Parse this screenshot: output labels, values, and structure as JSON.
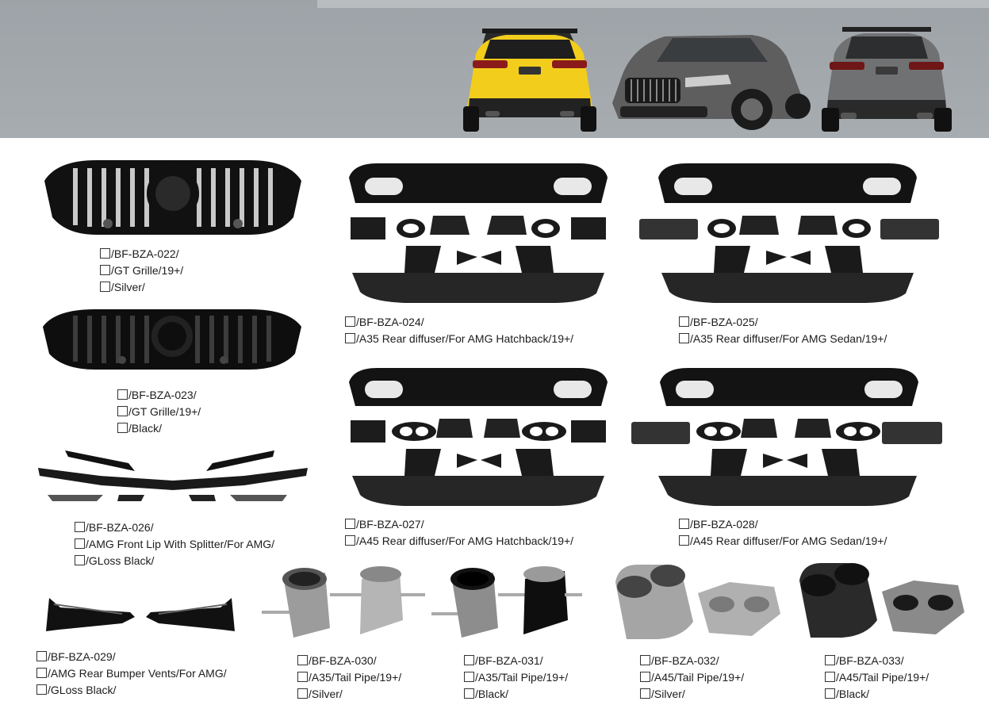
{
  "colors": {
    "banner": "#a3a8ac",
    "part_black": "#141414",
    "part_silver": "#a9aaa9",
    "yellow_car": "#f2cd1c",
    "grey_car": "#5e5e5f"
  },
  "banner": {
    "images": [
      "yellow-hatchback-rear-car",
      "grey-hatchback-front-car",
      "grey-sedan-rear-car"
    ]
  },
  "products": [
    {
      "id": "p022",
      "image": "gt-grille-silver-icon",
      "lines": [
        "/BF-BZA-022/",
        "/GT Grille/19+/",
        "/Silver/"
      ]
    },
    {
      "id": "p023",
      "image": "gt-grille-black-icon",
      "lines": [
        "/BF-BZA-023/",
        "/GT Grille/19+/",
        "/Black/"
      ]
    },
    {
      "id": "p024",
      "image": "rear-diffuser-kit-icon",
      "lines": [
        "/BF-BZA-024/",
        "/A35 Rear diffuser/For AMG Hatchback/19+/"
      ]
    },
    {
      "id": "p025",
      "image": "rear-diffuser-kit-icon",
      "lines": [
        "/BF-BZA-025/",
        "/A35 Rear diffuser/For AMG Sedan/19+/"
      ]
    },
    {
      "id": "p026",
      "image": "front-lip-splitter-icon",
      "lines": [
        "/BF-BZA-026/",
        "/AMG Front Lip With Splitter/For AMG/",
        "/GLoss Black/"
      ]
    },
    {
      "id": "p027",
      "image": "rear-diffuser-kit-icon",
      "lines": [
        "/BF-BZA-027/",
        "/A45 Rear diffuser/For AMG Hatchback/19+/"
      ]
    },
    {
      "id": "p028",
      "image": "rear-diffuser-kit-icon",
      "lines": [
        "/BF-BZA-028/",
        "/A45 Rear diffuser/For AMG Sedan/19+/"
      ]
    },
    {
      "id": "p029",
      "image": "rear-bumper-vents-icon",
      "lines": [
        "/BF-BZA-029/",
        "/AMG Rear Bumper Vents/For AMG/",
        "/GLoss Black/"
      ]
    },
    {
      "id": "p030",
      "image": "tail-pipe-single-silver-icon",
      "lines": [
        "/BF-BZA-030/",
        "/A35/Tail Pipe/19+/",
        "/Silver/"
      ]
    },
    {
      "id": "p031",
      "image": "tail-pipe-single-black-icon",
      "lines": [
        "/BF-BZA-031/",
        "/A35/Tail Pipe/19+/",
        "/Black/"
      ]
    },
    {
      "id": "p032",
      "image": "tail-pipe-dual-silver-icon",
      "lines": [
        "/BF-BZA-032/",
        "/A45/Tail Pipe/19+/",
        "/Silver/"
      ]
    },
    {
      "id": "p033",
      "image": "tail-pipe-dual-black-icon",
      "lines": [
        "/BF-BZA-033/",
        "/A45/Tail Pipe/19+/",
        "/Black/"
      ]
    }
  ]
}
